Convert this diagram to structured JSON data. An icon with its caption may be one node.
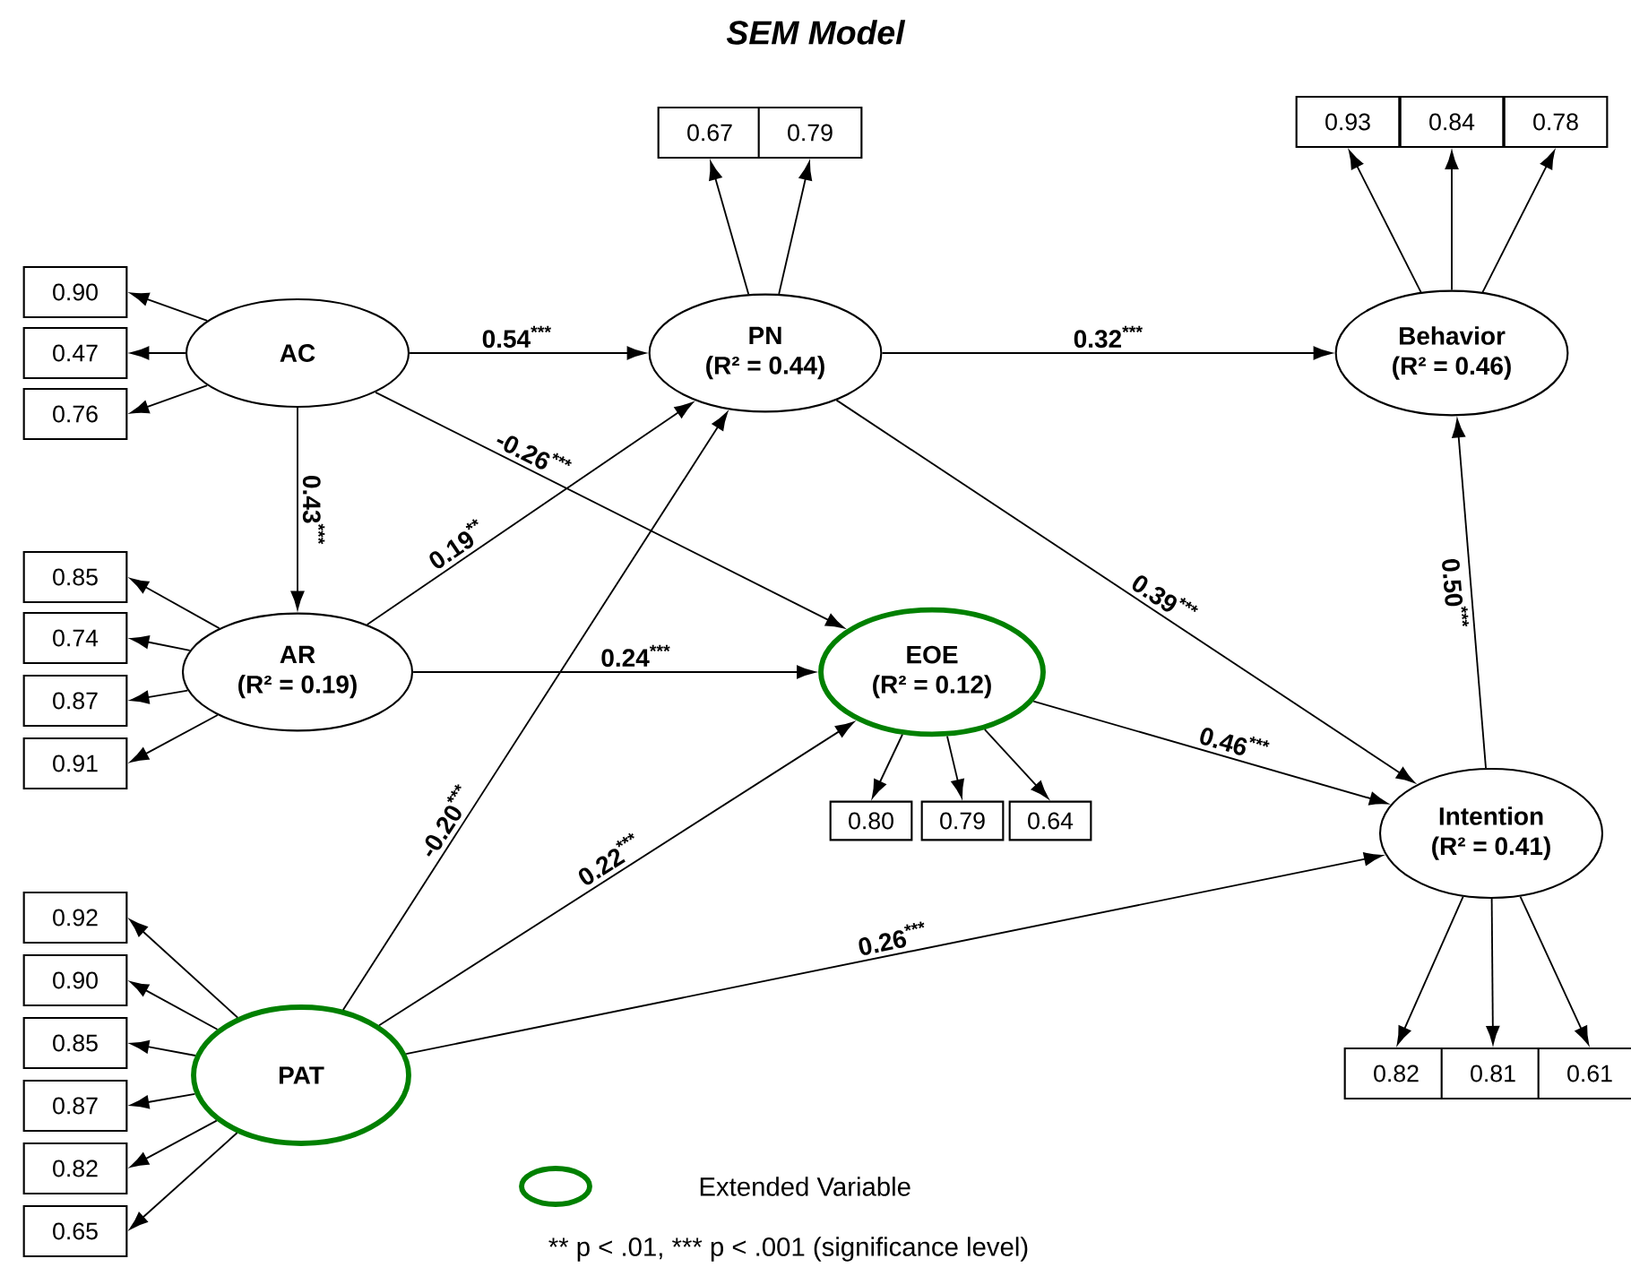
{
  "diagram": {
    "title": "SEM Model",
    "nodes": [
      {
        "text": [
          "AC"
        ]
      },
      {
        "text": [
          "PN",
          "(R² = 0.44)"
        ]
      },
      {
        "text": [
          "Behavior",
          "(R² = 0.46)"
        ]
      },
      {
        "text": [
          "AR",
          "(R² = 0.19)"
        ]
      },
      {
        "text": [
          "EOE",
          "(R² = 0.12)"
        ]
      },
      {
        "text": [
          "Intention",
          "(R² = 0.41)"
        ]
      },
      {
        "text": [
          "PAT"
        ]
      },
      {
        "text": [
          "0.67"
        ]
      },
      {
        "text": [
          "0.79"
        ]
      },
      {
        "text": [
          "0.93"
        ]
      },
      {
        "text": [
          "0.84"
        ]
      },
      {
        "text": [
          "0.78"
        ]
      },
      {
        "text": [
          "0.90"
        ]
      },
      {
        "text": [
          "0.47"
        ]
      },
      {
        "text": [
          "0.76"
        ]
      },
      {
        "text": [
          "0.85"
        ]
      },
      {
        "text": [
          "0.74"
        ]
      },
      {
        "text": [
          "0.87"
        ]
      },
      {
        "text": [
          "0.91"
        ]
      },
      {
        "text": [
          "0.80"
        ]
      },
      {
        "text": [
          "0.79"
        ]
      },
      {
        "text": [
          "0.64"
        ]
      },
      {
        "text": [
          "0.92"
        ]
      },
      {
        "text": [
          "0.90"
        ]
      },
      {
        "text": [
          "0.85"
        ]
      },
      {
        "text": [
          "0.87"
        ]
      },
      {
        "text": [
          "0.82"
        ]
      },
      {
        "text": [
          "0.65"
        ]
      },
      {
        "text": [
          "0.82"
        ]
      },
      {
        "text": [
          "0.81"
        ]
      },
      {
        "text": [
          "0.61"
        ]
      }
    ],
    "edges": [
      {
        "from": 0,
        "to": 1,
        "arrow": "to",
        "label": "0.54$^{***}$"
      },
      {
        "from": 0,
        "to": 4,
        "arrow": "to",
        "label": "-0.26$^{***}$"
      },
      {
        "from": 0,
        "to": 3,
        "arrow": "to",
        "label": "0.43$^{***}$"
      },
      {
        "from": 3,
        "to": 1,
        "arrow": "to",
        "label": "0.19$^{**}$"
      },
      {
        "from": 3,
        "to": 4,
        "arrow": "to",
        "label": "0.24$^{***}$"
      },
      {
        "from": 6,
        "to": 1,
        "arrow": "to",
        "label": "-0.20$^{***}$"
      },
      {
        "from": 6,
        "to": 4,
        "arrow": "to",
        "label": "0.22$^{***}$"
      },
      {
        "from": 6,
        "to": 5,
        "arrow": "to",
        "label": "0.26$^{***}$"
      },
      {
        "from": 1,
        "to": 2,
        "arrow": "to",
        "label": "0.32$^{***}$"
      },
      {
        "from": 1,
        "to": 5,
        "arrow": "to",
        "label": "0.39$^{***}$"
      },
      {
        "from": 4,
        "to": 5,
        "arrow": "to",
        "label": "0.46$^{***}$"
      },
      {
        "from": 5,
        "to": 2,
        "arrow": "to",
        "label": "0.50$^{***}$"
      },
      {
        "from": 1,
        "to": 7,
        "arrow": "to"
      },
      {
        "from": 1,
        "to": 8,
        "arrow": "to"
      },
      {
        "from": 2,
        "to": 9,
        "arrow": "to"
      },
      {
        "from": 2,
        "to": 10,
        "arrow": "to"
      },
      {
        "from": 2,
        "to": 11,
        "arrow": "to"
      },
      {
        "from": 0,
        "to": 12,
        "arrow": "to"
      },
      {
        "from": 0,
        "to": 13,
        "arrow": "to"
      },
      {
        "from": 0,
        "to": 14,
        "arrow": "to"
      },
      {
        "from": 3,
        "to": 15,
        "arrow": "to"
      },
      {
        "from": 3,
        "to": 16,
        "arrow": "to"
      },
      {
        "from": 3,
        "to": 17,
        "arrow": "to"
      },
      {
        "from": 3,
        "to": 18,
        "arrow": "to"
      },
      {
        "from": 4,
        "to": 19,
        "arrow": "to"
      },
      {
        "from": 4,
        "to": 20,
        "arrow": "to"
      },
      {
        "from": 4,
        "to": 21,
        "arrow": "to"
      },
      {
        "from": 6,
        "to": 22,
        "arrow": "to"
      },
      {
        "from": 6,
        "to": 23,
        "arrow": "to"
      },
      {
        "from": 6,
        "to": 24,
        "arrow": "to"
      },
      {
        "from": 6,
        "to": 25,
        "arrow": "to"
      },
      {
        "from": 6,
        "to": 26,
        "arrow": "to"
      },
      {
        "from": 6,
        "to": 27,
        "arrow": "to"
      },
      {
        "from": 5,
        "to": 28,
        "arrow": "to"
      },
      {
        "from": 5,
        "to": 29,
        "arrow": "to"
      },
      {
        "from": 5,
        "to": 30,
        "arrow": "to"
      }
    ],
    "labels": [
      "** p < .01, *** p < .001 (significance level)"
    ],
    "legend": [
      {
        "text": "Extended Variable"
      }
    ]
  }
}
